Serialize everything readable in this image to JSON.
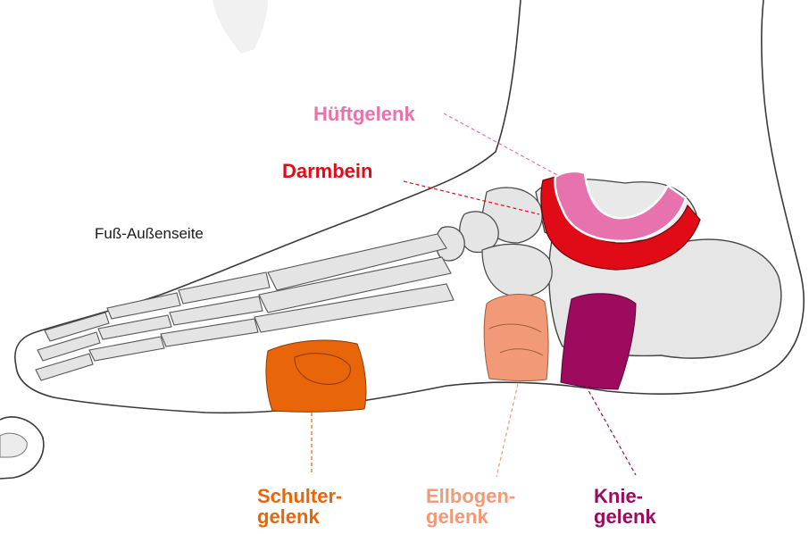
{
  "side_label": "Fuß-Außenseite",
  "zones": {
    "hip": {
      "label": "Hüftgelenk",
      "color": "#e872ae"
    },
    "ilium": {
      "label": "Darmbein",
      "color": "#e10a17"
    },
    "shoulder": {
      "line1": "Schulter-",
      "line2": "gelenk",
      "color": "#e8650a"
    },
    "elbow": {
      "line1": "Ellbogen-",
      "line2": "gelenk",
      "color": "#f29a78"
    },
    "knee": {
      "line1": "Knie-",
      "line2": "gelenk",
      "color": "#9e0a5e"
    }
  },
  "colors": {
    "outline": "#3a3a3a",
    "bone": "#e6e6e6",
    "bone_stroke": "#444444",
    "skin": "#ffffff"
  }
}
